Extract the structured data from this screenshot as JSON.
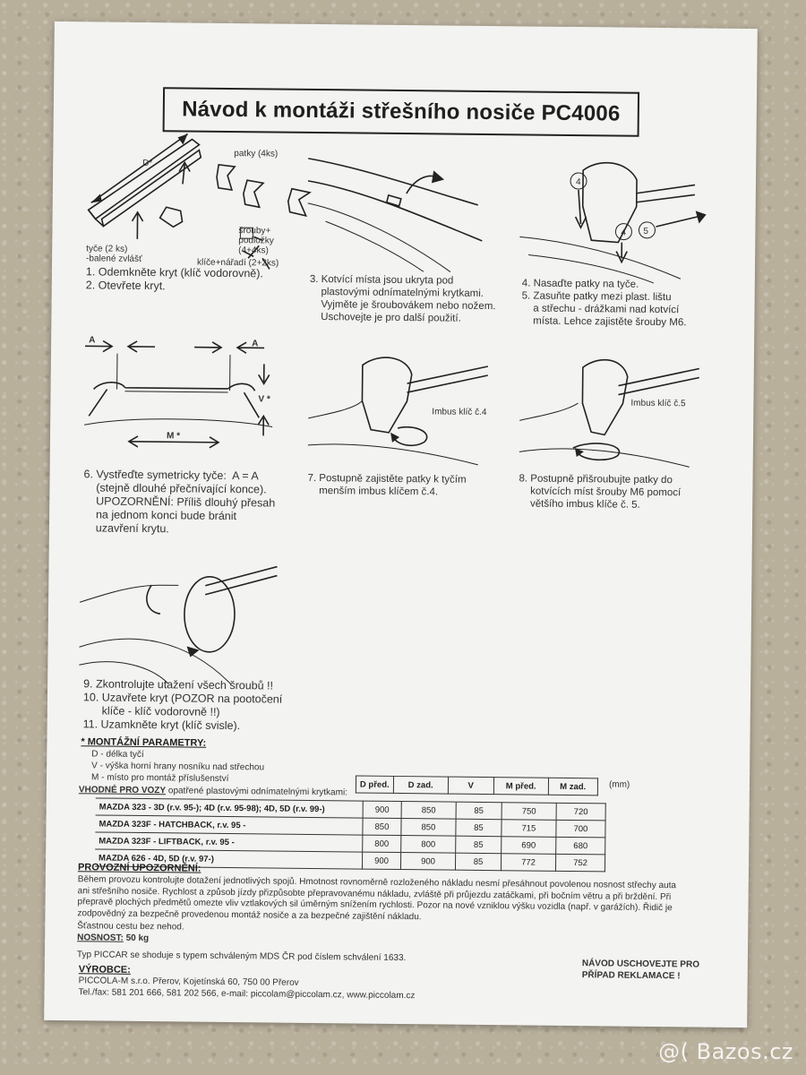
{
  "title": "Návod k montáži střešního nosiče PC4006",
  "fig1_labels": {
    "d": "D*",
    "patky": "patky (4ks)",
    "tyce": "tyče (2 ks)\n-balené zvlášť",
    "srouby": "šrouby+\npodložky\n(4+4ks)",
    "klice": "klíče+nářadí (2+2ks)"
  },
  "steps": {
    "s1": "1. Odemkněte kryt (klíč vodorovně).\n2. Otevřete kryt.",
    "s3": "3. Kotvící místa jsou ukryta pod\n    plastovými odnímatelnými krytkami.\n    Vyjměte je šroubovákem nebo nožem.\n    Uschovejte je pro další použití.",
    "s4": "4. Nasaďte patky na tyče.\n5. Zasuňte patky mezi plast. lištu\n    a střechu - drážkami nad kotvící\n    místa. Lehce zajistěte šrouby M6.",
    "s6": "6. Vystřeďte symetricky tyče:  A = A\n    (stejně dlouhé přečnívající konce).\n    UPOZORNĚNÍ: Příliš dlouhý přesah\n    na jednom konci bude bránit\n    uzavření krytu.",
    "s7": "7. Postupně zajistěte patky k tyčím\n    menším imbus klíčem č.4.",
    "s8": "8. Postupně přišroubujte patky do\n    kotvících míst šrouby M6 pomocí\n    většího imbus klíče č. 5.",
    "s9": "9. Zkontrolujte utažení všech šroubů !!\n10. Uzavřete kryt (POZOR na pootočení\n      klíče - klíč vodorovně !!)\n11. Uzamkněte kryt (klíč svisle)."
  },
  "fig_labels": {
    "a": "A",
    "m": "M *",
    "v": "V *",
    "n4": "4",
    "n5": "5",
    "imbus4": "Imbus klíč č.4",
    "imbus5": "Imbus klíč č.5"
  },
  "params": {
    "heading": "* MONTÁŽNÍ PARAMETRY:",
    "lines": [
      "D - délka tyčí",
      "V - výška horní hrany nosníku nad střechou",
      "M - místo pro montáž příslušenství"
    ]
  },
  "table": {
    "intro_bold": "VHODNÉ PRO VOZY",
    "intro_rest": "opatřené plastovými odnímatelnými krytkami:",
    "headers": [
      "D před.",
      "D zad.",
      "V",
      "M před.",
      "M zad."
    ],
    "unit": "(mm)",
    "rows": [
      {
        "car": "MAZDA 323 - 3D (r.v. 95-); 4D (r.v. 95-98); 4D, 5D (r.v. 99-)",
        "vals": [
          "900",
          "850",
          "85",
          "750",
          "720"
        ]
      },
      {
        "car": "MAZDA 323F - HATCHBACK, r.v. 95 -",
        "vals": [
          "850",
          "850",
          "85",
          "715",
          "700"
        ]
      },
      {
        "car": "MAZDA 323F - LIFTBACK, r.v. 95 -",
        "vals": [
          "800",
          "800",
          "85",
          "690",
          "680"
        ]
      },
      {
        "car": "MAZDA 626 - 4D, 5D (r.v. 97-)",
        "vals": [
          "900",
          "900",
          "85",
          "772",
          "752"
        ]
      }
    ]
  },
  "warnings": {
    "heading": "PROVOZNÍ UPOZORNĚNÍ:",
    "text": "Během provozu kontrolujte dotažení jednotlivých spojů. Hmotnost rovnoměrně rozloženého nákladu nesmí přesáhnout povolenou nosnost střechy auta ani střešního nosiče. Rychlost a způsob jízdy přizpůsobte přepravovanému nákladu, zvláště při průjezdu zatáčkami, při bočním větru a při brždění. Při přepravě plochých předmětů omezte vliv vztlakových sil úměrným snížením rychlosti. Pozor na nové vzniklou výšku vozidla (např. v garážích). Řidič je zodpovědný za bezpečně provedenou montáž nosiče a za bezpečné zajištění nákladu.",
    "closing": "Šťastnou cestu bez nehod."
  },
  "nosnost": {
    "label": "NOSNOST:",
    "value": "50 kg"
  },
  "type_line": "Typ PICCAR se shoduje s typem schváleným MDS ČR pod číslem schválení 1633.",
  "maker": {
    "heading": "VÝROBCE:",
    "line1": "PICCOLA-M s.r.o. Přerov, Kojetínská 60, 750 00 Přerov",
    "line2": "Tel./fax: 581 201 666, 581 202 566, e-mail: piccolam@piccolam.cz, www.piccolam.cz"
  },
  "keep": "NÁVOD USCHOVEJTE PRO\nPŘÍPAD REKLAMACE !",
  "watermark": "@( Bazos.cz"
}
